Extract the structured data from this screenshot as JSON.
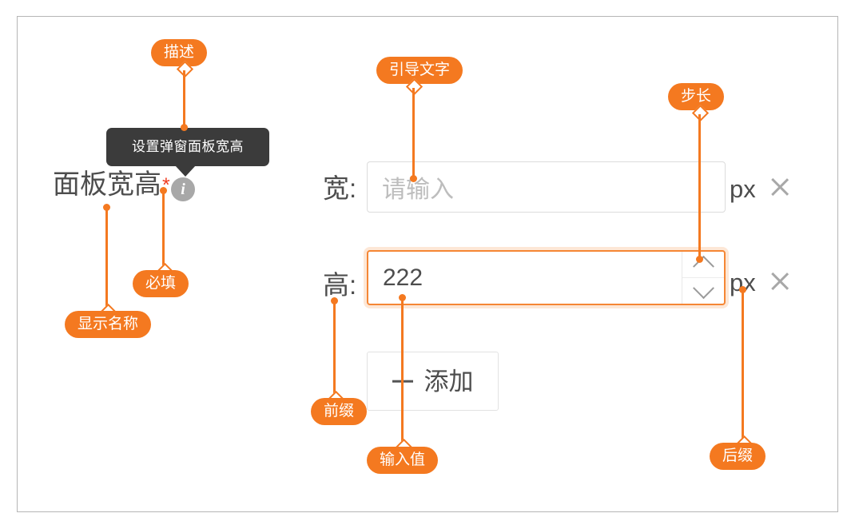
{
  "frame": {
    "border_color": "#b6b6b6"
  },
  "accent_color": "#f47920",
  "tooltip": {
    "text": "设置弹窗面板宽高",
    "background": "#3b3b3b"
  },
  "form": {
    "label": "面板宽高",
    "required_mark": "*",
    "info_icon_glyph": "i",
    "rows": [
      {
        "prefix": "宽:",
        "value": "",
        "placeholder": "请输入",
        "suffix": "px",
        "focused": false,
        "has_spinner": false
      },
      {
        "prefix": "高:",
        "value": "222",
        "placeholder": "",
        "suffix": "px",
        "focused": true,
        "has_spinner": true
      }
    ],
    "add_button": {
      "icon": "plus-icon",
      "label": "添加"
    }
  },
  "annotations": [
    {
      "id": "description",
      "label": "描述"
    },
    {
      "id": "guide-text",
      "label": "引导文字"
    },
    {
      "id": "step",
      "label": "步长"
    },
    {
      "id": "required",
      "label": "必填"
    },
    {
      "id": "display-name",
      "label": "显示名称"
    },
    {
      "id": "prefix",
      "label": "前缀"
    },
    {
      "id": "input-value",
      "label": "输入值"
    },
    {
      "id": "suffix",
      "label": "后缀"
    }
  ]
}
